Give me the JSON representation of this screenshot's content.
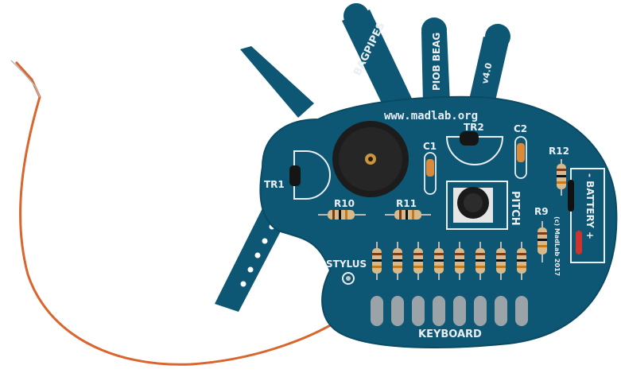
{
  "labels": {
    "pipe1": "BAGPIPES",
    "pipe2": "PIOB BEAG",
    "pipe3": "v4.0",
    "url": "www.madlab.org",
    "tr1": "TR1",
    "tr2": "TR2",
    "c1": "C1",
    "c2": "C2",
    "r10": "R10",
    "r11": "R11",
    "r12": "R12",
    "r9": "R9",
    "pitch": "PITCH",
    "copyright": "(c) MadLab 2017",
    "battery": "- BATTERY +",
    "stylus": "STYLUS",
    "keyboard": "KEYBOARD"
  },
  "colors": {
    "board": "#0d5774",
    "board_edge": "#0a4a63",
    "silkscreen": "#e8eef2",
    "pads": "#9aa3a8",
    "wire": "#d9662e",
    "resistor_body": "#d8b98a",
    "background": "#ffffff"
  }
}
